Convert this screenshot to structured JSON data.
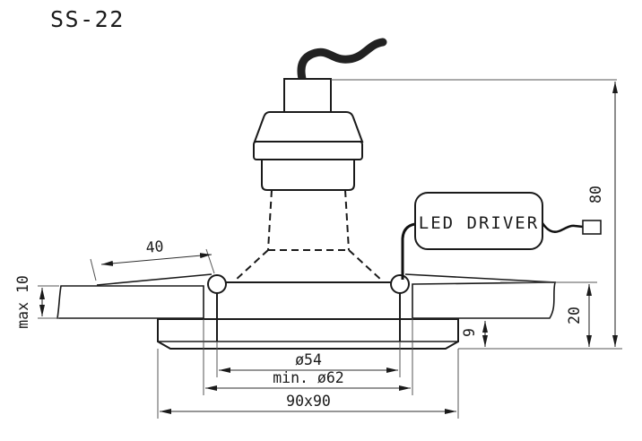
{
  "drawing": {
    "title": "SS-22",
    "background": "#ffffff",
    "line_color": "#1a1a1a",
    "driver": {
      "label": "LED DRIVER"
    },
    "dimensions": {
      "overall_height": "80",
      "recess_depth": "20",
      "trim_protrusion": "9",
      "ceiling_thickness": "max 10",
      "clip_length": "40",
      "aperture_diameter": "ø54",
      "cutout_diameter": "min. ø62",
      "trim_size": "90x90"
    }
  }
}
